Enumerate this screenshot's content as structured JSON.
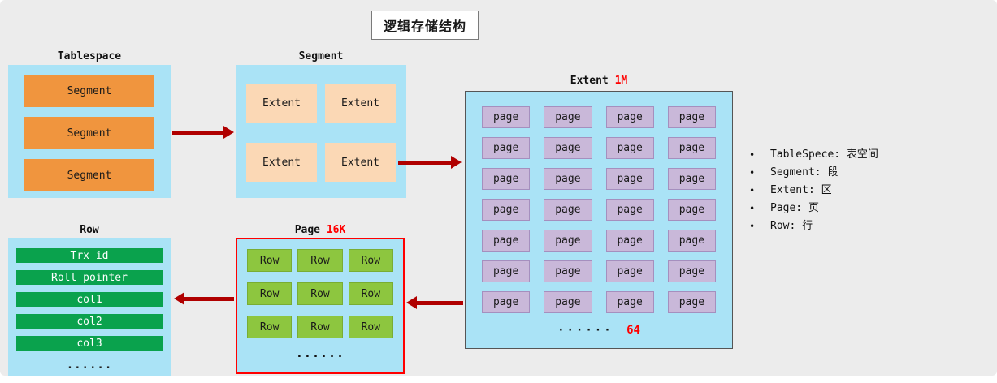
{
  "title": "逻辑存储结构",
  "tablespace": {
    "label": "Tablespace",
    "segments": [
      "Segment",
      "Segment",
      "Segment"
    ]
  },
  "segment": {
    "label": "Segment",
    "extents": [
      "Extent",
      "Extent",
      "Extent",
      "Extent"
    ]
  },
  "extent": {
    "label": "Extent",
    "size": "1M",
    "grid": {
      "rows": 7,
      "cols": 4,
      "cell": "page"
    },
    "ellipsis": "······",
    "count": "64"
  },
  "page": {
    "label": "Page",
    "size": "16K",
    "grid": {
      "rows": 3,
      "cols": 3,
      "cell": "Row"
    },
    "ellipsis": "......"
  },
  "row": {
    "label": "Row",
    "fields": [
      "Trx id",
      "Roll pointer",
      "col1",
      "col2",
      "col3"
    ],
    "ellipsis": "......"
  },
  "legend": {
    "items": [
      "TableSpece: 表空间",
      "Segment: 段",
      "Extent: 区",
      "Page: 页",
      "Row: 行"
    ]
  },
  "colors": {
    "background": "#ececec",
    "panel_blue": "#aae3f6",
    "segment_orange": "#f0953e",
    "extent_peach": "#fbd8b5",
    "page_purple": "#c9b8d9",
    "row_green": "#8dc63f",
    "field_green": "#0aa24d",
    "arrow_red": "#b00000",
    "accent_red": "#ff0000"
  }
}
